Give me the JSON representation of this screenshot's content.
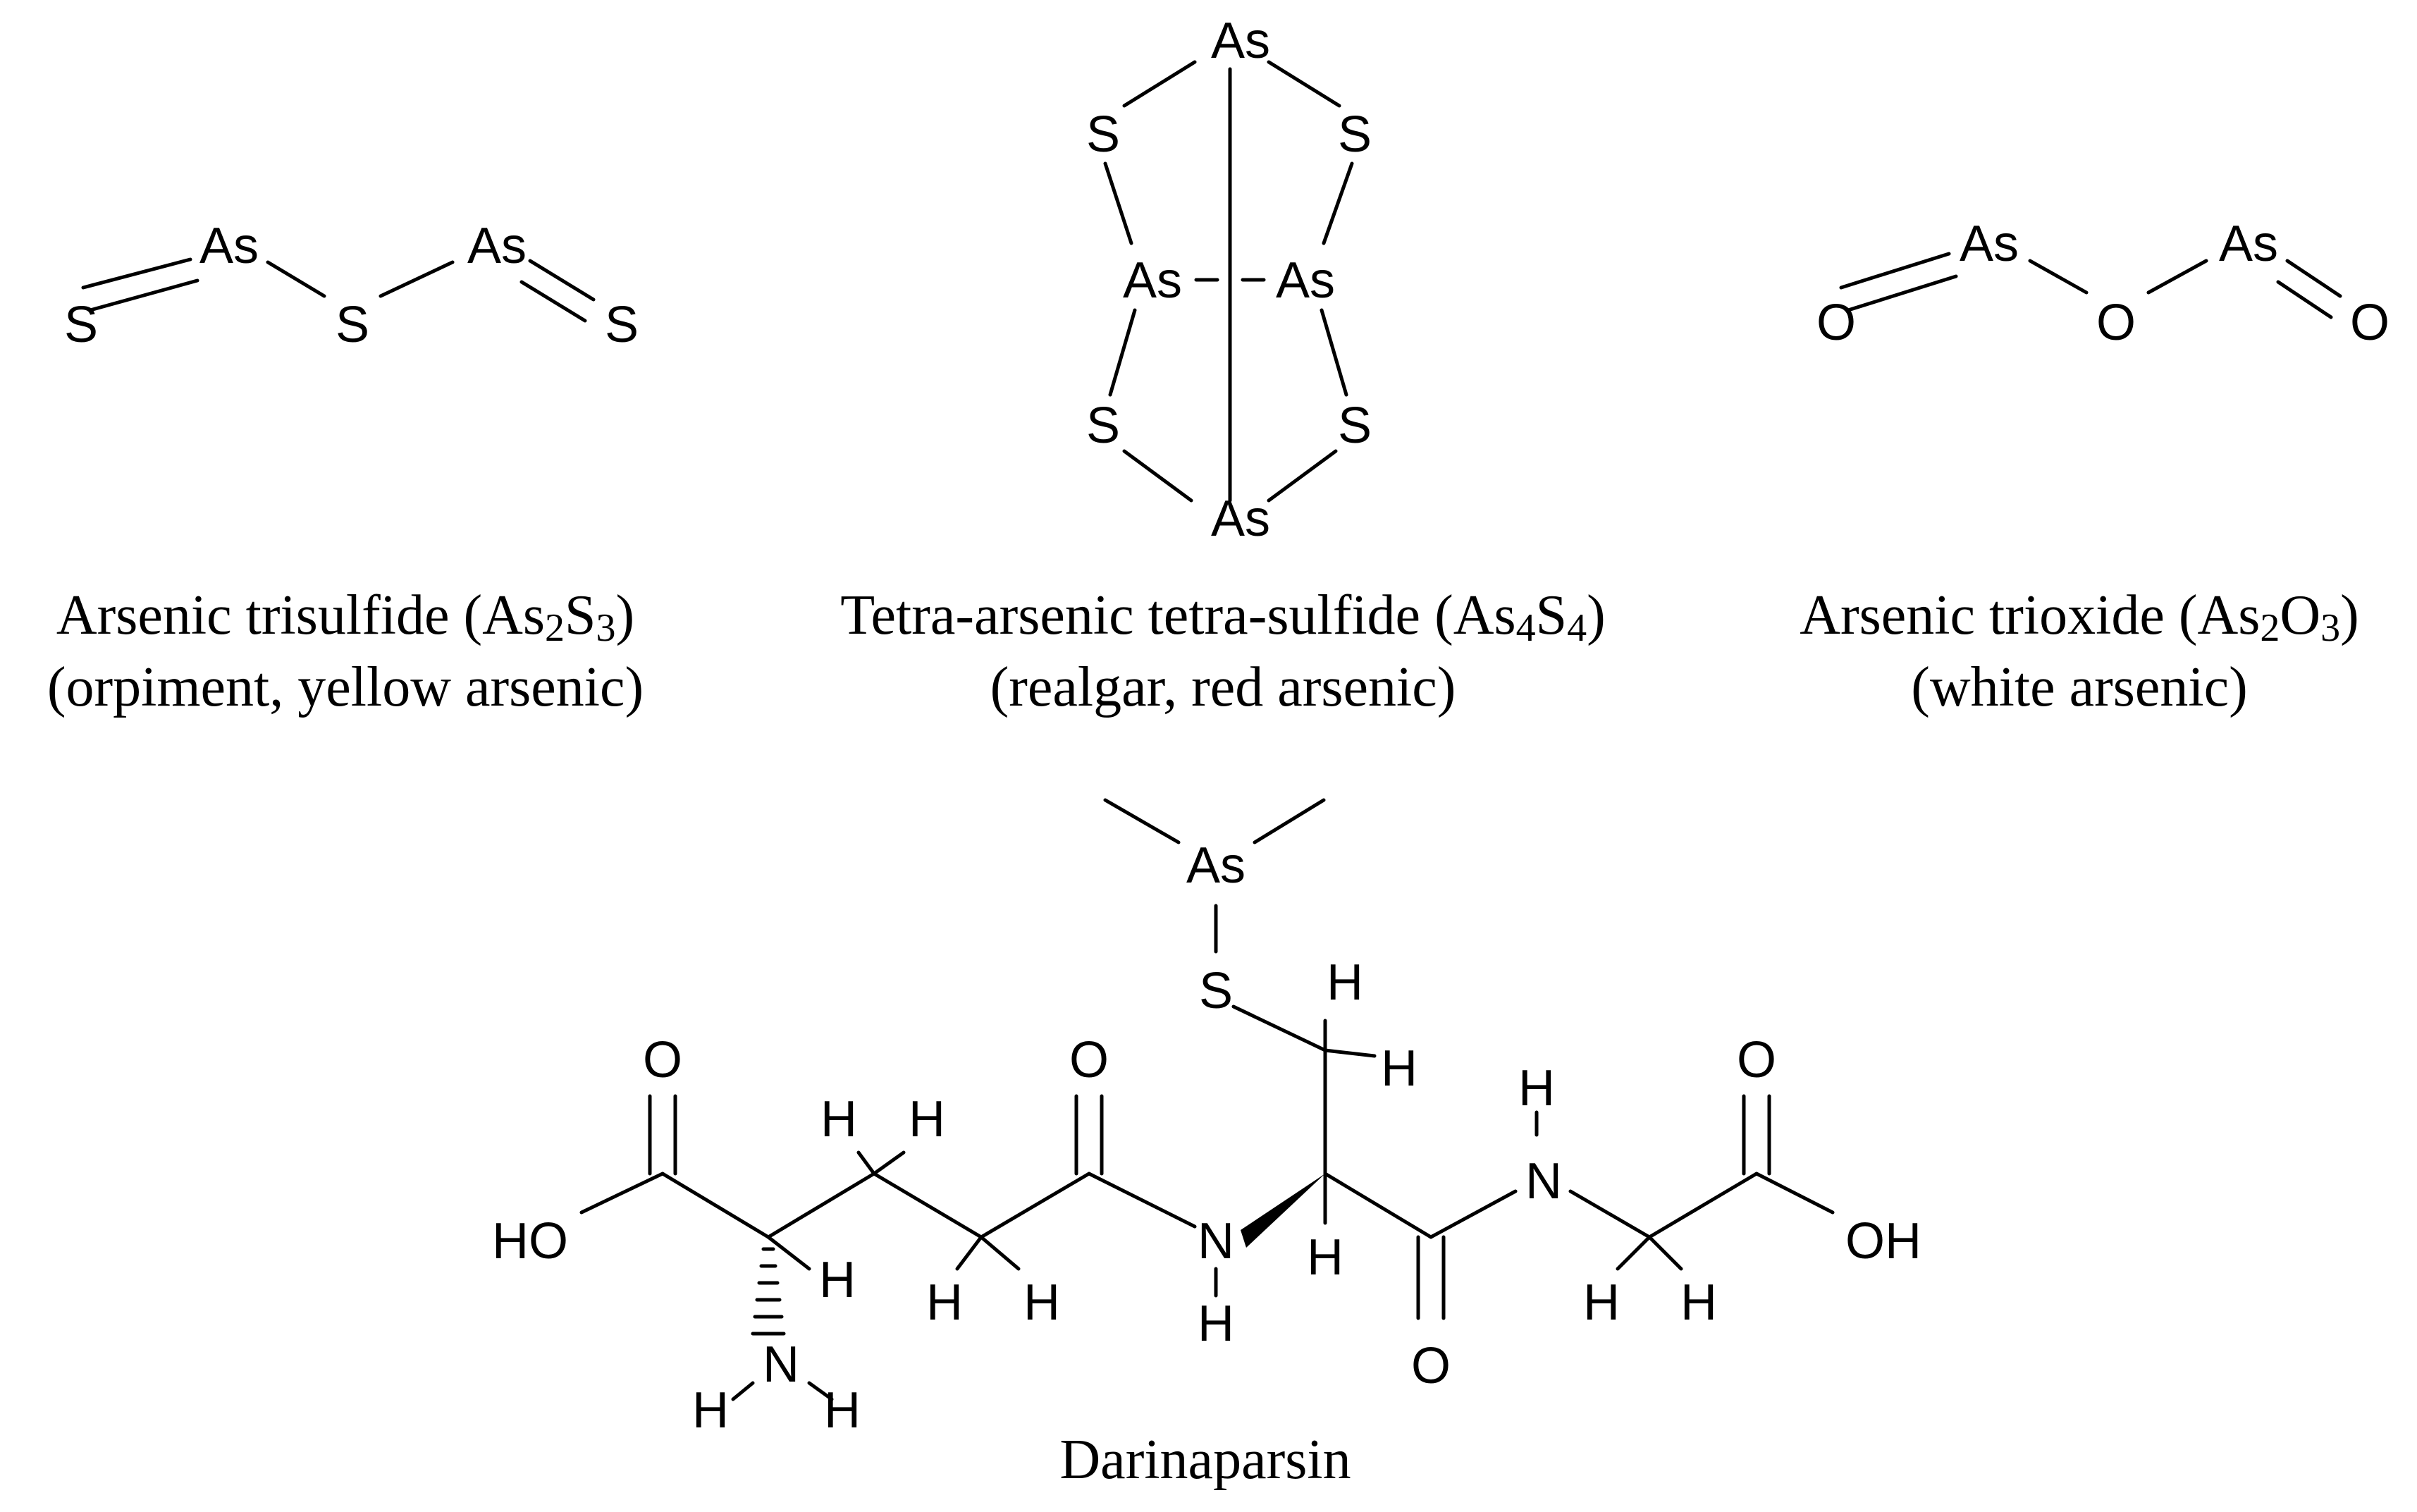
{
  "molecules": {
    "orpiment": {
      "atoms": {
        "as_left": "As",
        "as_right": "As",
        "s_left": "S",
        "s_bridge": "S",
        "s_right": "S"
      },
      "name_line1": "Arsenic trisulfide (As",
      "sub1": "2",
      "mid1": "S",
      "sub2": "3",
      "tail": ")",
      "name_line2": "(orpiment, yellow arsenic)"
    },
    "realgar": {
      "atoms": {
        "as_top": "As",
        "as_mid_left": "As",
        "as_mid_right": "As",
        "as_bottom": "As",
        "s1": "S",
        "s2": "S",
        "s3": "S",
        "s4": "S"
      },
      "name_line1": "Tetra-arsenic tetra-sulfide (As",
      "sub1": "4",
      "mid1": "S",
      "sub2": "4",
      "tail": ")",
      "name_line2": "(realgar, red arsenic)"
    },
    "white_arsenic": {
      "atoms": {
        "as_left": "As",
        "as_right": "As",
        "o_left": "O",
        "o_bridge": "O",
        "o_right": "O"
      },
      "name_line1": "Arsenic trioxide (As",
      "sub1": "2",
      "mid1": "O",
      "sub2": "3",
      "tail": ")",
      "name_line2": "(white arsenic)"
    },
    "darinaparsin": {
      "atoms": {
        "as": "As",
        "s": "S",
        "ho": "HO",
        "oh": "OH",
        "o1": "O",
        "o2": "O",
        "o3": "O",
        "o4": "O",
        "n_amine": "N",
        "n_amide1": "N",
        "n_amide2": "N",
        "h": "H"
      },
      "name": "Darinaparsin"
    }
  }
}
